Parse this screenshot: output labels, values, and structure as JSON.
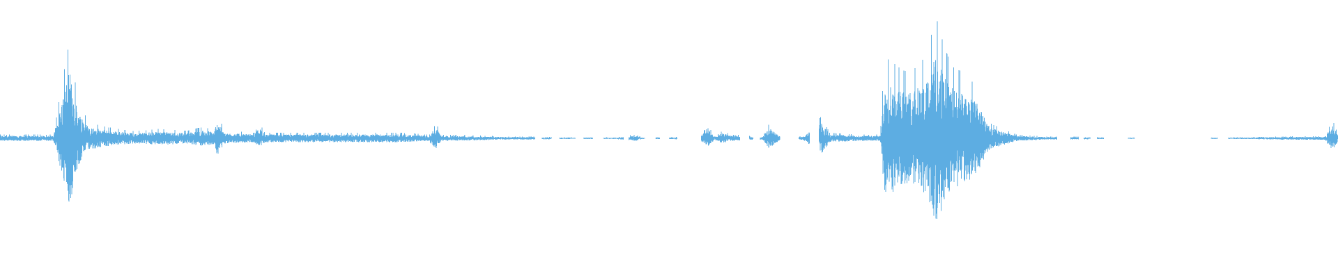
{
  "waveform": {
    "color": "#5dade2",
    "background": "#ffffff",
    "amplitude_envelope": [
      [
        0.0,
        0.02
      ],
      [
        0.04,
        0.02
      ],
      [
        0.046,
        0.28
      ],
      [
        0.052,
        0.52
      ],
      [
        0.058,
        0.22
      ],
      [
        0.066,
        0.09
      ],
      [
        0.08,
        0.06
      ],
      [
        0.1,
        0.04
      ],
      [
        0.12,
        0.05
      ],
      [
        0.14,
        0.04
      ],
      [
        0.15,
        0.06
      ],
      [
        0.16,
        0.05
      ],
      [
        0.163,
        0.15
      ],
      [
        0.167,
        0.04
      ],
      [
        0.19,
        0.03
      ],
      [
        0.194,
        0.08
      ],
      [
        0.198,
        0.03
      ],
      [
        0.24,
        0.03
      ],
      [
        0.28,
        0.03
      ],
      [
        0.3,
        0.03
      ],
      [
        0.32,
        0.02
      ],
      [
        0.326,
        0.08
      ],
      [
        0.33,
        0.02
      ],
      [
        0.38,
        0.01
      ],
      [
        0.4,
        0.01
      ],
      [
        0.42,
        0.005
      ],
      [
        0.46,
        0.005
      ],
      [
        0.475,
        0.02
      ],
      [
        0.48,
        0.005
      ],
      [
        0.5,
        0.006
      ],
      [
        0.52,
        0.01
      ],
      [
        0.53,
        0.06
      ],
      [
        0.534,
        0.01
      ],
      [
        0.54,
        0.04
      ],
      [
        0.546,
        0.02
      ],
      [
        0.57,
        0.01
      ],
      [
        0.575,
        0.08
      ],
      [
        0.582,
        0.02
      ],
      [
        0.6,
        0.01
      ],
      [
        0.614,
        0.12
      ],
      [
        0.62,
        0.03
      ],
      [
        0.64,
        0.02
      ],
      [
        0.658,
        0.02
      ],
      [
        0.661,
        0.45
      ],
      [
        0.67,
        0.4
      ],
      [
        0.68,
        0.35
      ],
      [
        0.69,
        0.42
      ],
      [
        0.7,
        0.65
      ],
      [
        0.71,
        0.4
      ],
      [
        0.72,
        0.35
      ],
      [
        0.73,
        0.28
      ],
      [
        0.74,
        0.08
      ],
      [
        0.76,
        0.02
      ],
      [
        0.78,
        0.01
      ],
      [
        0.8,
        0.01
      ],
      [
        0.83,
        0.005
      ],
      [
        0.86,
        0.004
      ],
      [
        0.9,
        0.004
      ],
      [
        0.93,
        0.006
      ],
      [
        0.96,
        0.01
      ],
      [
        0.99,
        0.012
      ],
      [
        0.996,
        0.1
      ],
      [
        1.0,
        0.02
      ]
    ],
    "silent_gaps": [
      [
        0.4,
        0.405
      ],
      [
        0.412,
        0.418
      ],
      [
        0.43,
        0.436
      ],
      [
        0.443,
        0.451
      ],
      [
        0.466,
        0.47
      ],
      [
        0.482,
        0.49
      ],
      [
        0.493,
        0.5
      ],
      [
        0.506,
        0.524
      ],
      [
        0.553,
        0.56
      ],
      [
        0.563,
        0.568
      ],
      [
        0.583,
        0.597
      ],
      [
        0.605,
        0.612
      ],
      [
        0.79,
        0.8
      ],
      [
        0.806,
        0.81
      ],
      [
        0.815,
        0.82
      ],
      [
        0.825,
        0.843
      ],
      [
        0.848,
        0.905
      ],
      [
        0.91,
        0.918
      ]
    ]
  }
}
